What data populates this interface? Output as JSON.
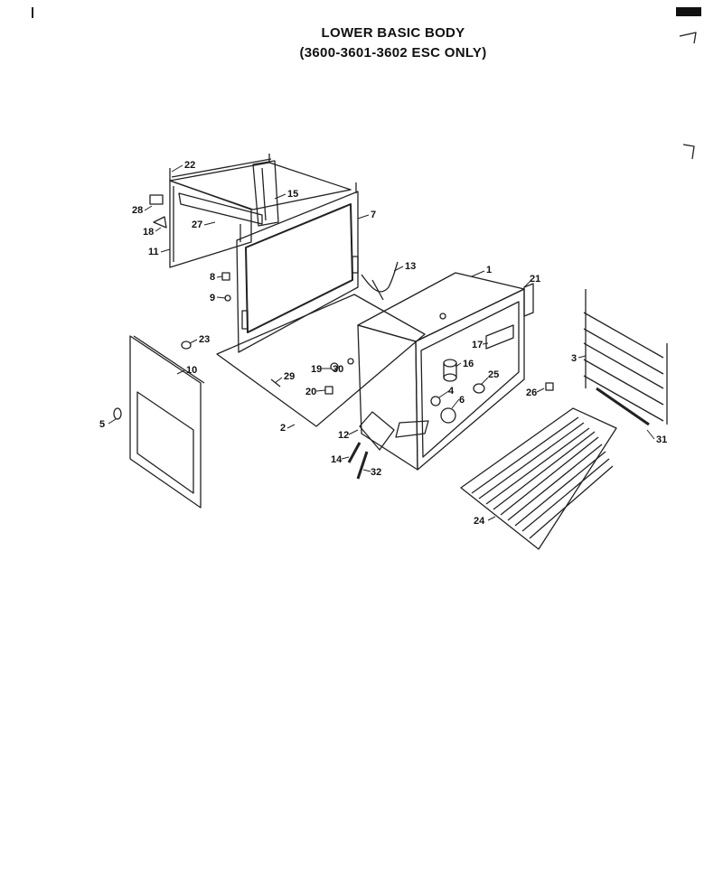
{
  "header": {
    "title": "LOWER BASIC BODY",
    "subtitle": "(3600-3601-3602 ESC ONLY)"
  },
  "parts": [
    {
      "id": "top-panel",
      "label": "22"
    },
    {
      "id": "clip",
      "label": "28"
    },
    {
      "id": "bracket",
      "label": "18"
    },
    {
      "id": "left-side-panel",
      "label": "11"
    },
    {
      "id": "back-panel",
      "label": "27"
    },
    {
      "id": "vent",
      "label": "15"
    },
    {
      "id": "front-frame",
      "label": "7"
    },
    {
      "id": "hinge-plate",
      "label": "8"
    },
    {
      "id": "screw",
      "label": "9"
    },
    {
      "id": "bumper",
      "label": "23"
    },
    {
      "id": "door",
      "label": "10"
    },
    {
      "id": "door-screw",
      "label": "5"
    },
    {
      "id": "bottom-panel",
      "label": "2"
    },
    {
      "id": "pin",
      "label": "29"
    },
    {
      "id": "washer",
      "label": "19"
    },
    {
      "id": "nut",
      "label": "30"
    },
    {
      "id": "mount",
      "label": "20"
    },
    {
      "id": "oven-liner",
      "label": "1"
    },
    {
      "id": "trim",
      "label": "21"
    },
    {
      "id": "cable",
      "label": "13"
    },
    {
      "id": "sensor",
      "label": "16"
    },
    {
      "id": "heater-box",
      "label": "17"
    },
    {
      "id": "socket",
      "label": "25"
    },
    {
      "id": "lamp-receptacle",
      "label": "4"
    },
    {
      "id": "lamp",
      "label": "6"
    },
    {
      "id": "clip-26",
      "label": "26"
    },
    {
      "id": "rack-support",
      "label": "3"
    },
    {
      "id": "rod",
      "label": "31"
    },
    {
      "id": "bracket-12",
      "label": "12"
    },
    {
      "id": "element-14",
      "label": "14"
    },
    {
      "id": "element-32",
      "label": "32"
    },
    {
      "id": "oven-rack",
      "label": "24"
    }
  ]
}
